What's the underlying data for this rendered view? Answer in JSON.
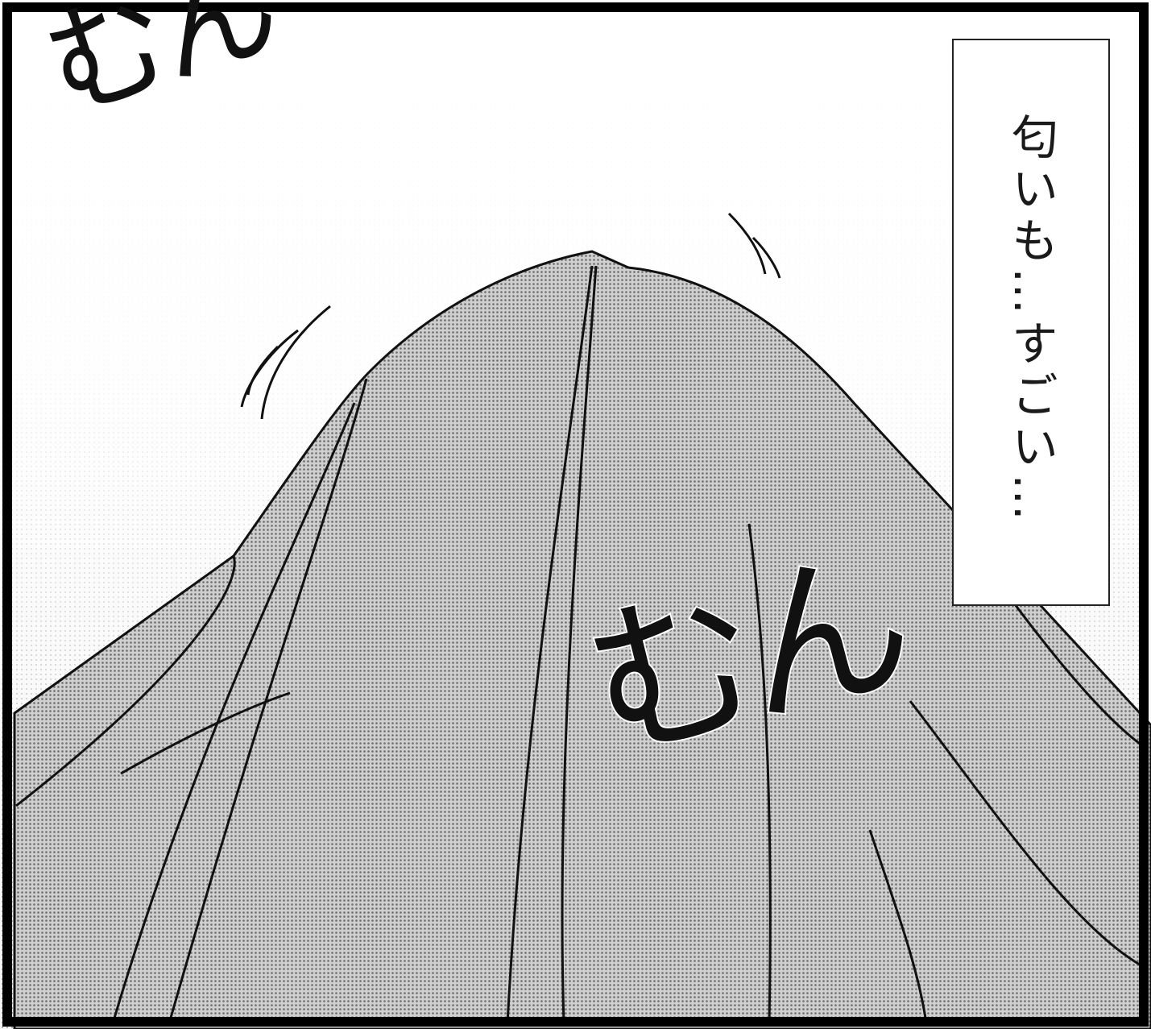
{
  "caption": {
    "text": "匂いも…すごい…"
  },
  "sound_effects": [
    {
      "text": "むん"
    },
    {
      "text": "むん"
    }
  ],
  "colors": {
    "border": "#000000",
    "background": "#ffffff",
    "screentone": "#bdbdbd",
    "lineart": "#111111"
  }
}
